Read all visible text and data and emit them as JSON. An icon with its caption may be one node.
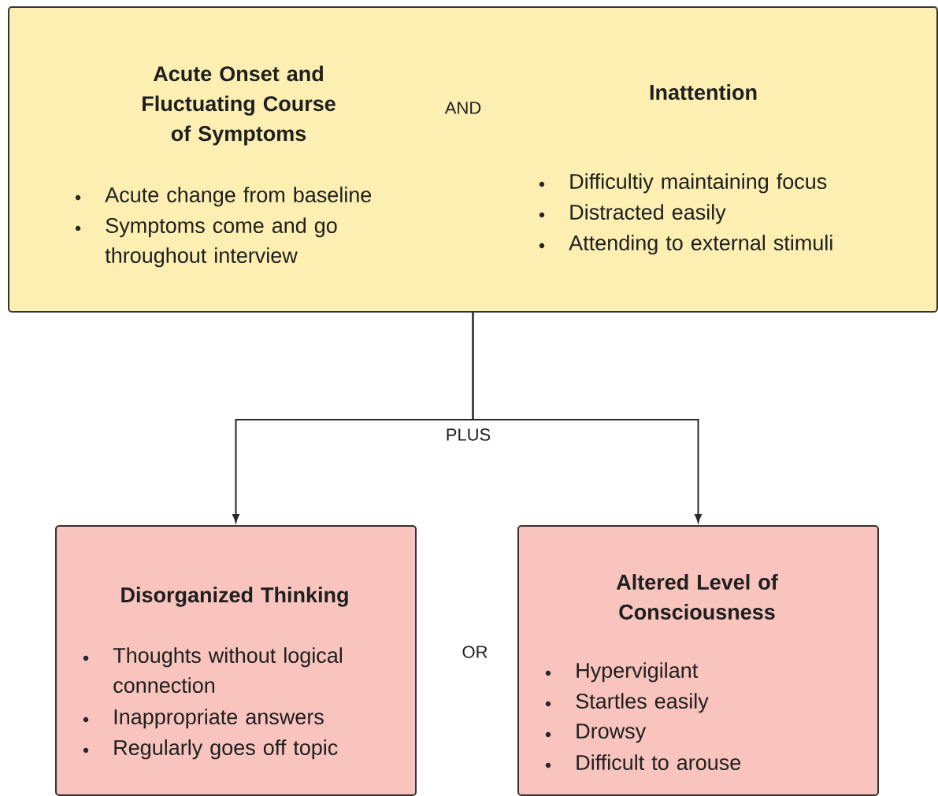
{
  "diagram": {
    "nodes": [
      {
        "text": [
          "Acute Onset and Fluctuating Course of Symptoms",
          "Acute change from baseline",
          "Symptoms come and go throughout interview",
          "Inattention",
          "Difficultiy maintaining focus",
          "Distracted easily",
          "Attending to external stimuli"
        ]
      },
      {
        "text": [
          "Disorganized Thinking",
          "Thoughts without logical connection",
          "Inappropriate answers",
          "Regularly goes off topic"
        ]
      },
      {
        "text": [
          "Altered Level of Consciousness",
          "Hypervigilant",
          "Startles easily",
          "Drowsy",
          "Difficult to arouse"
        ]
      }
    ],
    "edges": [
      {
        "from": 0,
        "to": 1,
        "arrow": "to",
        "label": "PLUS"
      },
      {
        "from": 0,
        "to": 2,
        "arrow": "to"
      }
    ],
    "labels": [
      "AND",
      "OR"
    ]
  }
}
